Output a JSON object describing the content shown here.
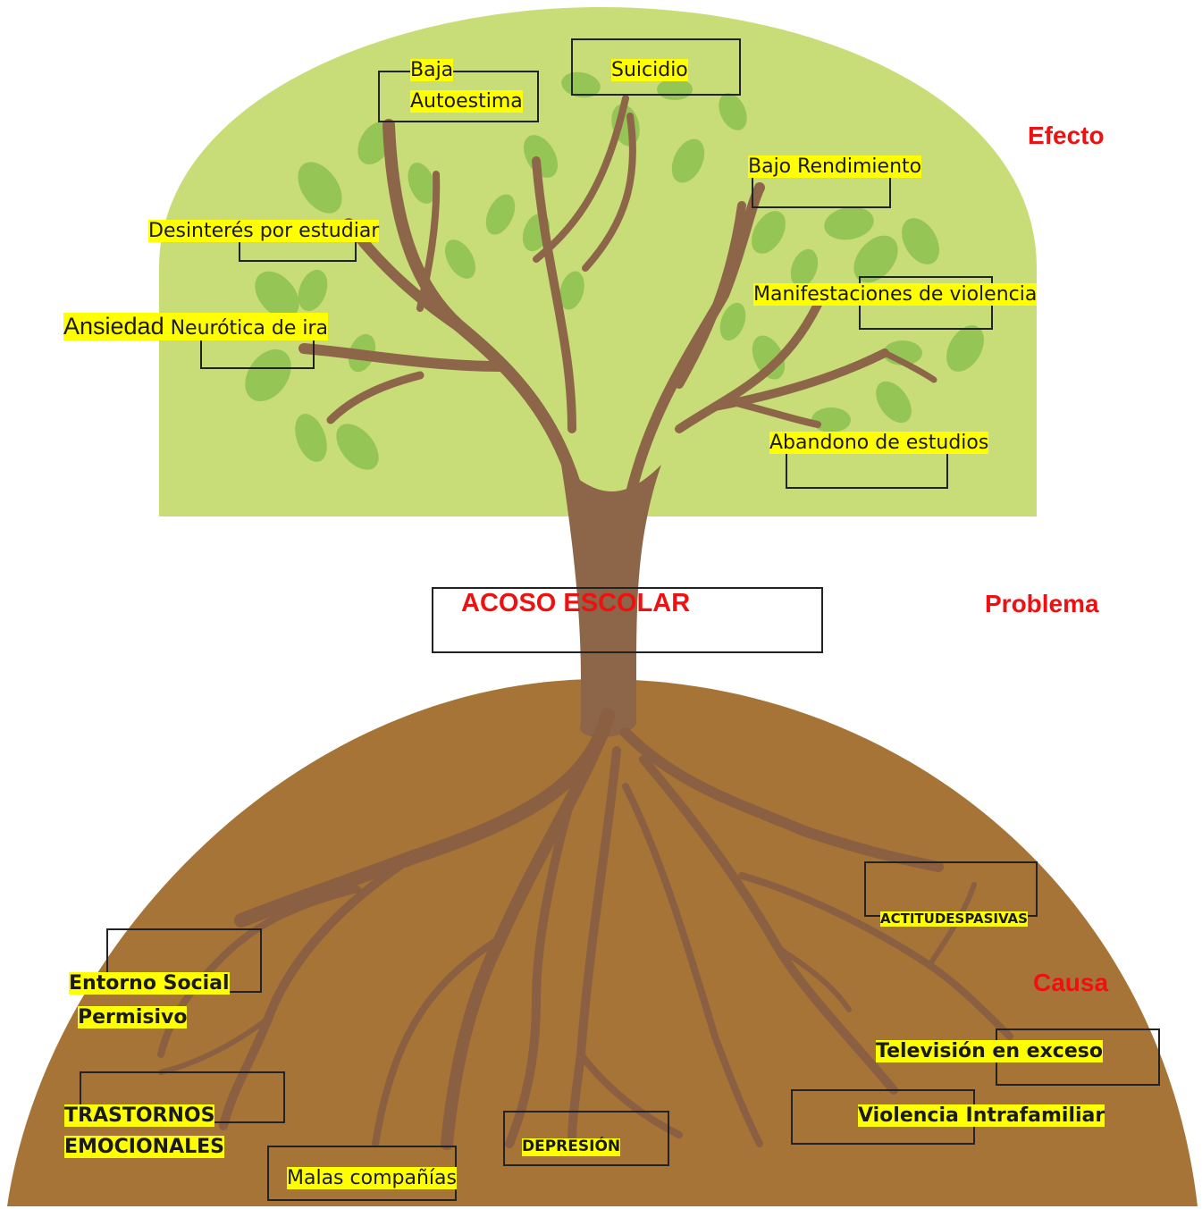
{
  "colors": {
    "canopy": "#c8dd78",
    "leaf": "#8cc250",
    "trunk": "#8d6549",
    "ground": "#a57436",
    "root": "#8a5f42",
    "highlight": "#ffff00",
    "heading": "#ee1111"
  },
  "headings": {
    "efecto": "Efecto",
    "problema": "Problema",
    "causa": "Causa"
  },
  "problem": {
    "label": "ACOSO ESCOLAR"
  },
  "effects": {
    "baja_line1": "Baja",
    "baja_line2": "Autoestima",
    "suicidio": "Suicidio",
    "bajo_rendimiento": "Bajo Rendimiento",
    "desinteres": "Desinterés por estudiar",
    "ansiedad_word": "Ansiedad",
    "ansiedad_rest": " Neurótica de ira",
    "manifestaciones": "Manifestaciones de violencia",
    "abandono": "Abandono de estudios"
  },
  "causes": {
    "actitudes": "ACTITUDESPASIVAS",
    "entorno_line1": " Entorno Social",
    "entorno_line2": " Permisivo",
    "television": " Televisión en exceso",
    "trastornos_line1": "TRASTORNOS",
    "trastornos_line2": "EMOCIONALES",
    "depresion": "DEPRESIÓN",
    "violencia": "Violencia Intrafamiliar",
    "malas": "Malas compañías"
  }
}
